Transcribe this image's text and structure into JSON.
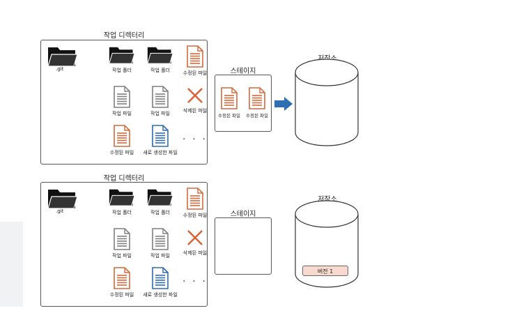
{
  "colors": {
    "modified_file": "#d4693b",
    "plain_file": "#7f7f7f",
    "new_file": "#2e6bb0",
    "folder": "#111111",
    "deleted_mark": "#d9623a",
    "arrow": "#2d6fb2",
    "version_badge": "#f8d9cd"
  },
  "top": {
    "workdir_title": "작업 디렉터리",
    "stage_title": "스테이지",
    "repo_title": "저장소",
    "workdir_items": [
      {
        "icon": "folder-icon",
        "label": ".git"
      },
      {
        "icon": "folder-icon",
        "label": "작업 폴더"
      },
      {
        "icon": "folder-icon",
        "label": "작업 폴더"
      },
      {
        "icon": "modified-file-icon",
        "label": "수정된 파일"
      },
      {
        "icon": "file-icon",
        "label": "작업 파일"
      },
      {
        "icon": "file-icon",
        "label": "작업 파일"
      },
      {
        "icon": "delete-x-icon",
        "label": "삭제된 파일"
      },
      {
        "icon": "modified-file-icon",
        "label": "수정된 파일"
      },
      {
        "icon": "new-file-icon",
        "label": "새로 생성한 파일"
      },
      {
        "icon": "ellipsis-icon",
        "label": "· · ·"
      }
    ],
    "stage_items": [
      {
        "icon": "modified-file-icon",
        "label": "수정된 파일"
      },
      {
        "icon": "modified-file-icon",
        "label": "수정된 파일"
      }
    ]
  },
  "bottom": {
    "workdir_title": "작업 디렉터리",
    "stage_title": "스테이지",
    "repo_title": "저장소",
    "workdir_items": [
      {
        "icon": "folder-icon",
        "label": ".git"
      },
      {
        "icon": "folder-icon",
        "label": "작업 폴더"
      },
      {
        "icon": "folder-icon",
        "label": "작업 폴더"
      },
      {
        "icon": "modified-file-icon",
        "label": "수정된 파일"
      },
      {
        "icon": "file-icon",
        "label": "작업 파일"
      },
      {
        "icon": "file-icon",
        "label": "작업 파일"
      },
      {
        "icon": "delete-x-icon",
        "label": "삭제된 파일"
      },
      {
        "icon": "modified-file-icon",
        "label": "수정된 파일"
      },
      {
        "icon": "new-file-icon",
        "label": "새로 생성한 파일"
      },
      {
        "icon": "ellipsis-icon",
        "label": "· · ·"
      }
    ],
    "repo_version": "버전 1"
  }
}
